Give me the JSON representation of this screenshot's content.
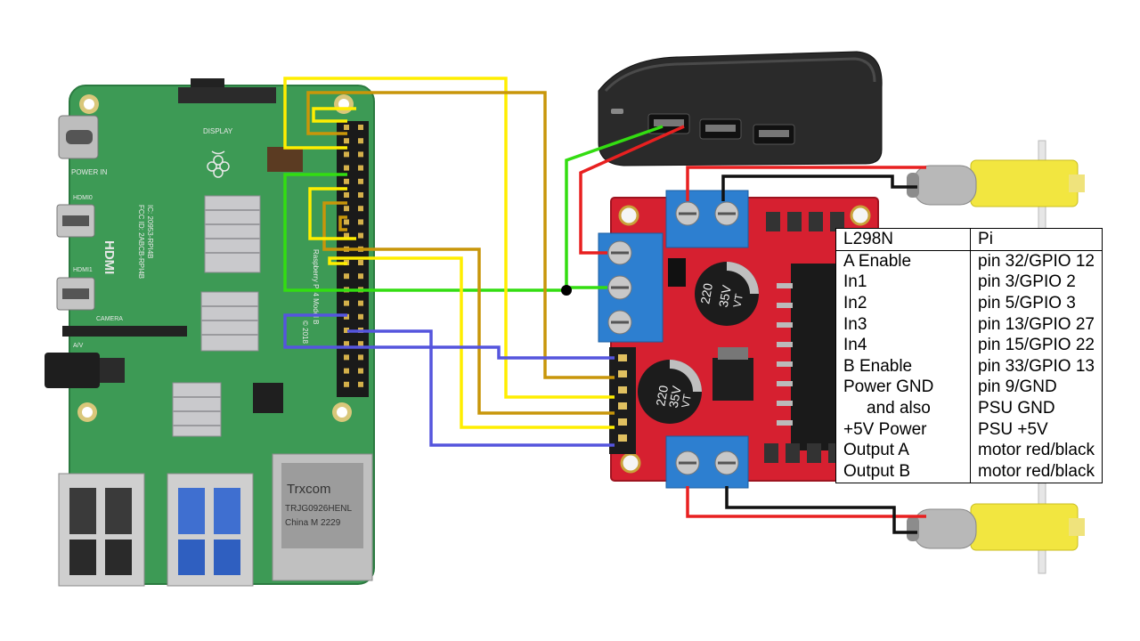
{
  "colors": {
    "wire_yellow": "#ffee00",
    "wire_amber": "#c8960a",
    "wire_green": "#33dd11",
    "wire_blue": "#5555dd",
    "wire_red": "#e82020",
    "wire_black": "#111111",
    "pi_board": "#3d9a55",
    "driver_board": "#d62030",
    "terminal_blue": "#2d7fd0",
    "power_bank": "#2a2a2a",
    "motor_yellow": "#f2e640"
  },
  "pi": {
    "silkscreen": {
      "display": "DISPLAY",
      "power_in": "POWER IN",
      "hdmi": "HDMI",
      "hdmi0": "HDMI0",
      "hdmi1": "HDMI1",
      "camera": "CAMERA",
      "av": "A/V",
      "model": "Raspberry Pi 4 Model B",
      "year": "© 2018",
      "fcc": "FCC ID: 2ABCB-RPI4B",
      "ic": "IC: 20953-RPI4B"
    },
    "ethernet_chip": {
      "brand": "Trxcom",
      "part": "TRJG0926HENL",
      "origin": "China M 2229"
    }
  },
  "driver": {
    "capacitor_1": {
      "value": "220",
      "voltage": "35V",
      "mark": "VT"
    },
    "capacitor_2": {
      "value": "220",
      "voltage": "35V",
      "mark": "VT"
    }
  },
  "pin_table": {
    "headers": [
      "L298N",
      "Pi"
    ],
    "rows": [
      {
        "l298n": "A Enable",
        "pi": "pin 32/GPIO 12",
        "indent": false
      },
      {
        "l298n": "In1",
        "pi": "pin 3/GPIO 2",
        "indent": false
      },
      {
        "l298n": "In2",
        "pi": "pin 5/GPIO 3",
        "indent": false
      },
      {
        "l298n": "In3",
        "pi": "pin 13/GPIO 27",
        "indent": false
      },
      {
        "l298n": "In4",
        "pi": "pin 15/GPIO 22",
        "indent": false
      },
      {
        "l298n": "B Enable",
        "pi": "pin 33/GPIO 13",
        "indent": false
      },
      {
        "l298n": "Power GND",
        "pi": "pin 9/GND",
        "indent": false
      },
      {
        "l298n": "and also",
        "pi": "PSU GND",
        "indent": true
      },
      {
        "l298n": "+5V Power",
        "pi": "PSU +5V",
        "indent": false
      },
      {
        "l298n": "Output A",
        "pi": "motor red/black",
        "indent": false
      },
      {
        "l298n": "Output B",
        "pi": "motor red/black",
        "indent": false
      }
    ]
  }
}
